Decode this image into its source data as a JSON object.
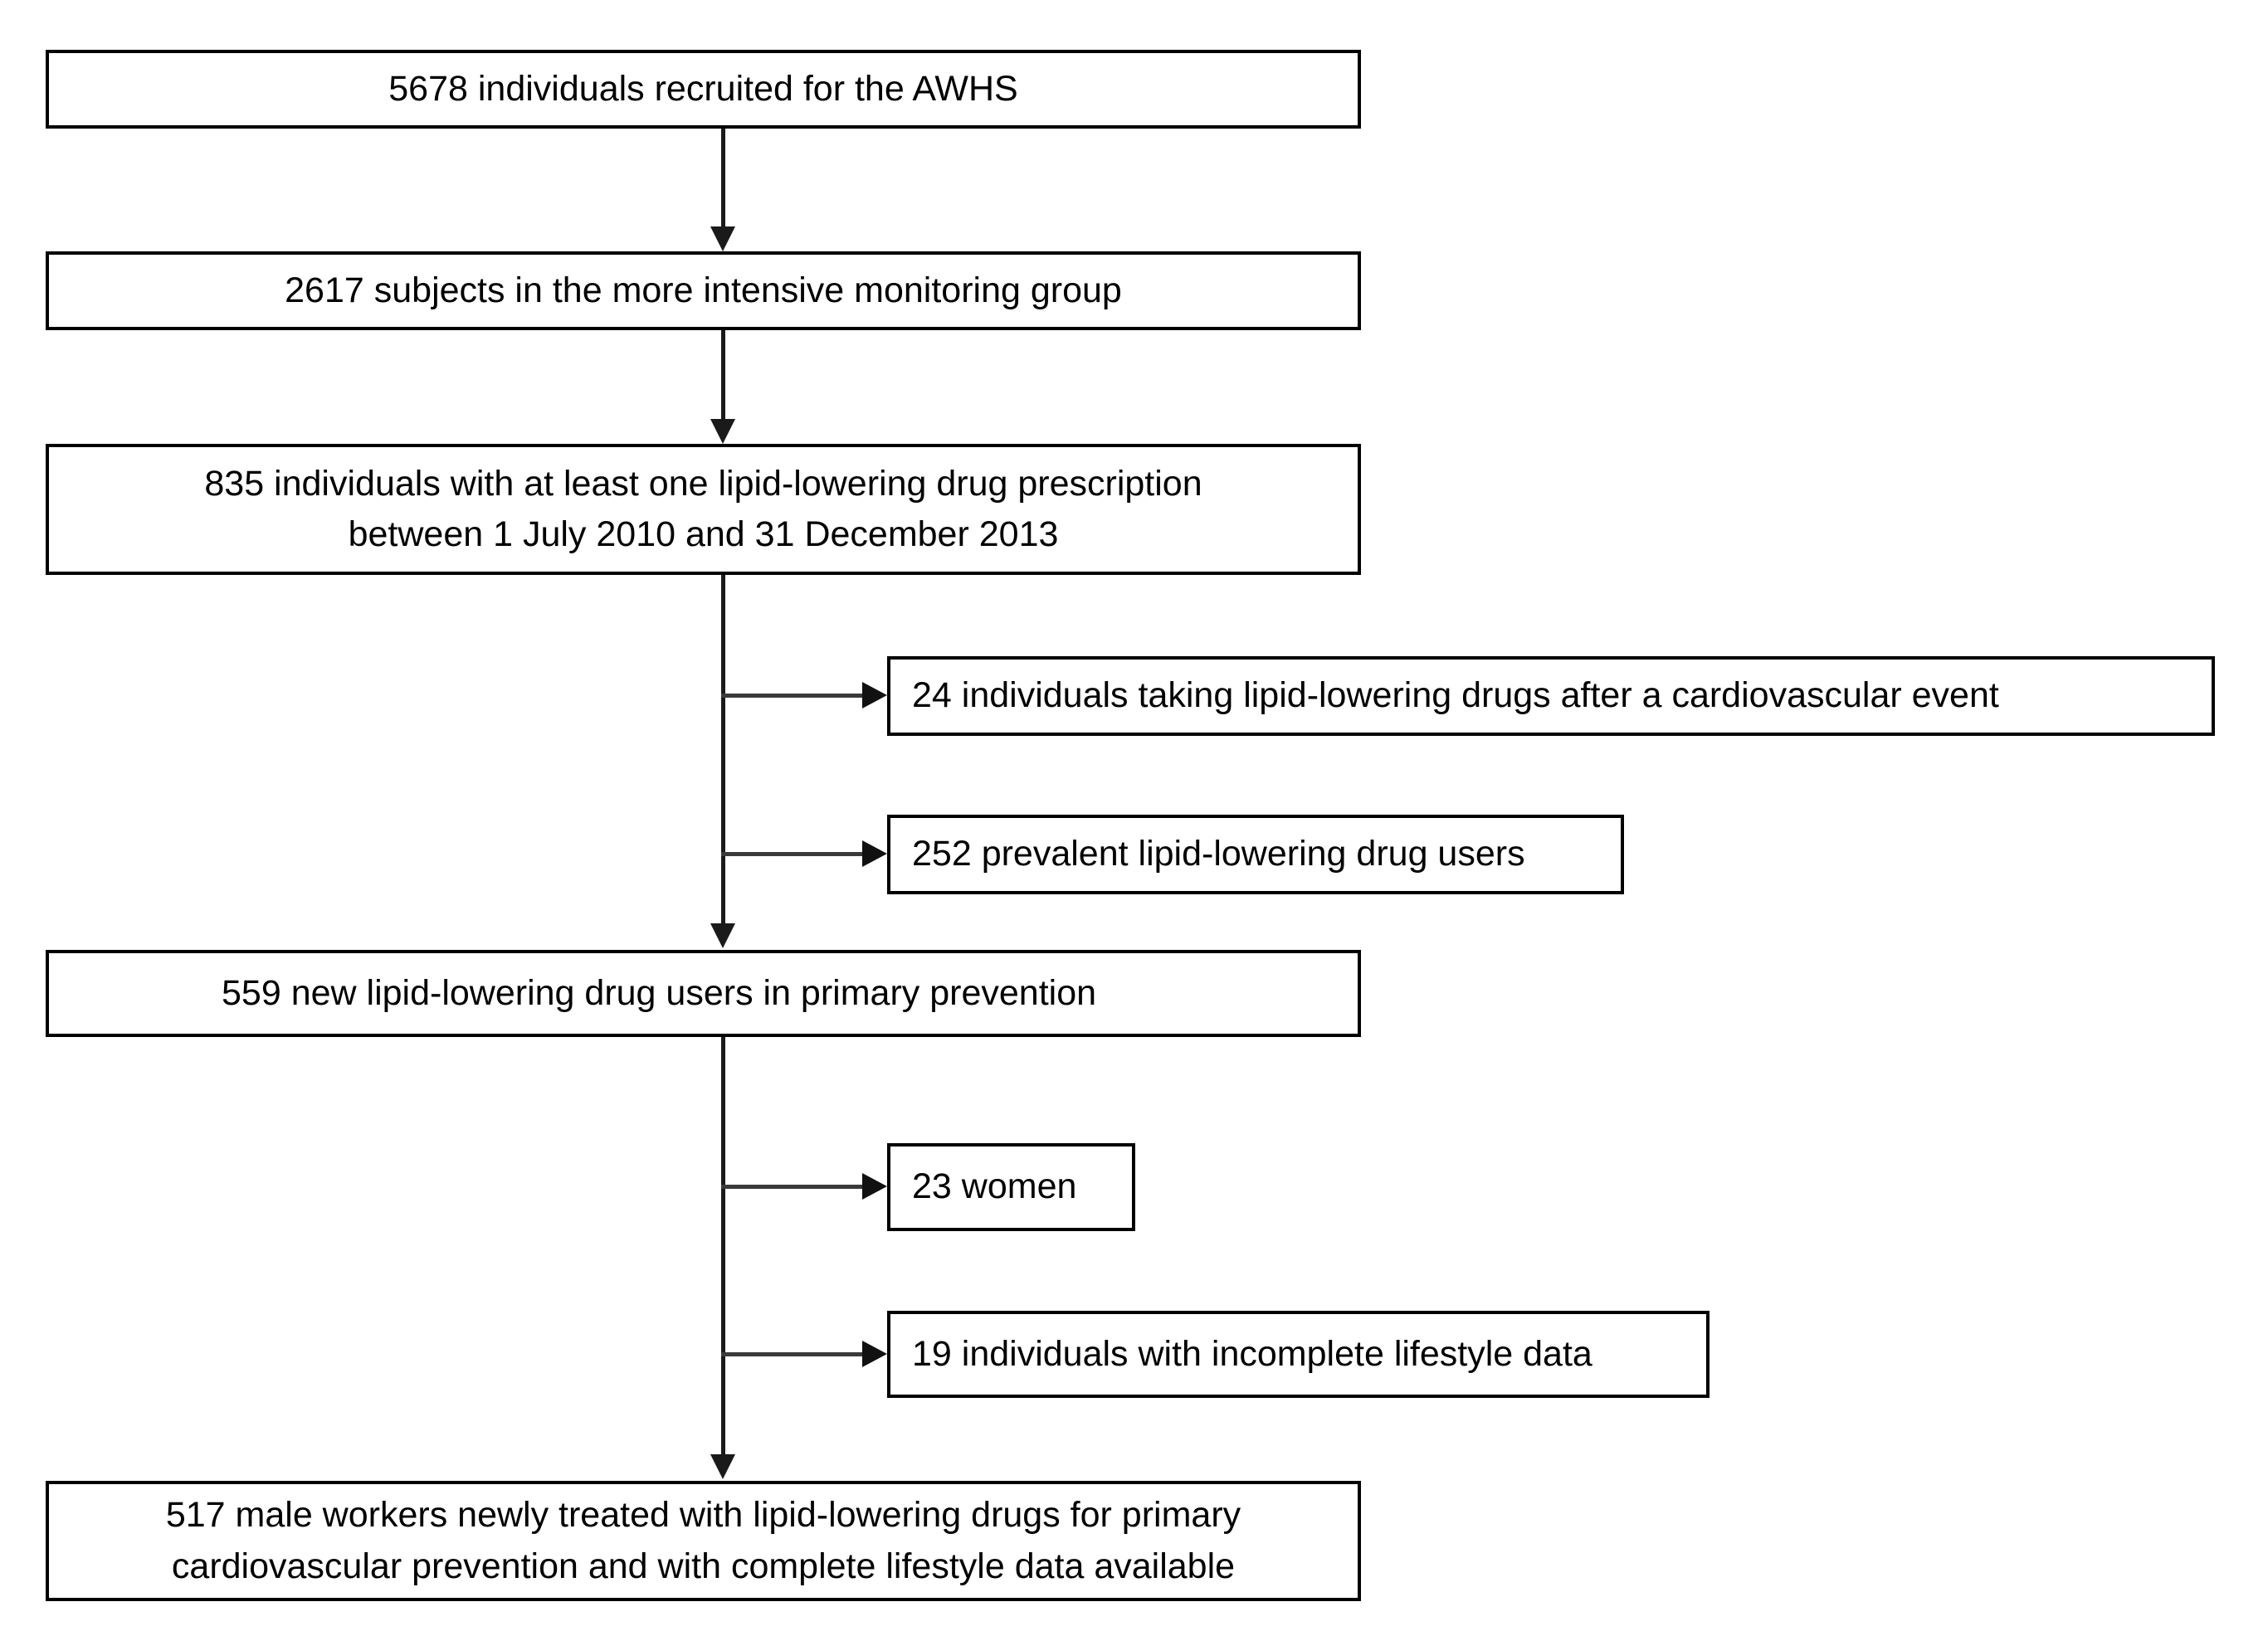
{
  "diagram": {
    "type": "flowchart",
    "title": "AWHS study participant selection flow",
    "orientation": "top-to-bottom",
    "colors": {
      "box_border": "#000000",
      "box_fill": "#ffffff",
      "connector": "#1a1a1a",
      "branch_connector": "#3a3a3a",
      "text": "#000000"
    },
    "main_nodes": [
      {
        "id": "node-recruited",
        "name": "recruited-box",
        "lines": [
          "5678 individuals recruited for the AWHS"
        ],
        "count": 5678
      },
      {
        "id": "node-monitoring",
        "name": "monitoring-group-box",
        "lines": [
          "2617 subjects in the more  intensive monitoring group"
        ],
        "count": 2617
      },
      {
        "id": "node-prescription",
        "name": "prescription-box",
        "lines": [
          "835 individuals with at least one lipid-lowering drug prescription",
          "between 1 July 2010 and 31 December 2013"
        ],
        "count": 835
      },
      {
        "id": "node-new-users",
        "name": "new-users-box",
        "lines": [
          "559 new lipid-lowering drug  users in primary  prevention"
        ],
        "count": 559
      },
      {
        "id": "node-final-cohort",
        "name": "final-cohort-box",
        "lines": [
          "517 male workers newly treated with lipid-lowering drugs for primary",
          "cardiovascular prevention and with complete lifestyle data available"
        ],
        "count": 517
      }
    ],
    "exclusion_nodes": [
      {
        "id": "node-excl-cv-event",
        "name": "exclusion-cardiovascular-event-box",
        "lines": [
          "24 individuals taking lipid-lowering drugs after a cardiovascular event"
        ],
        "count": 24
      },
      {
        "id": "node-excl-prevalent",
        "name": "exclusion-prevalent-users-box",
        "lines": [
          "252 prevalent lipid-lowering drug users"
        ],
        "count": 252
      },
      {
        "id": "node-excl-women",
        "name": "exclusion-women-box",
        "lines": [
          "23 women"
        ],
        "count": 23
      },
      {
        "id": "node-excl-lifestyle",
        "name": "exclusion-incomplete-lifestyle-box",
        "lines": [
          "19 individuals with incomplete lifestyle data"
        ],
        "count": 19
      }
    ]
  }
}
